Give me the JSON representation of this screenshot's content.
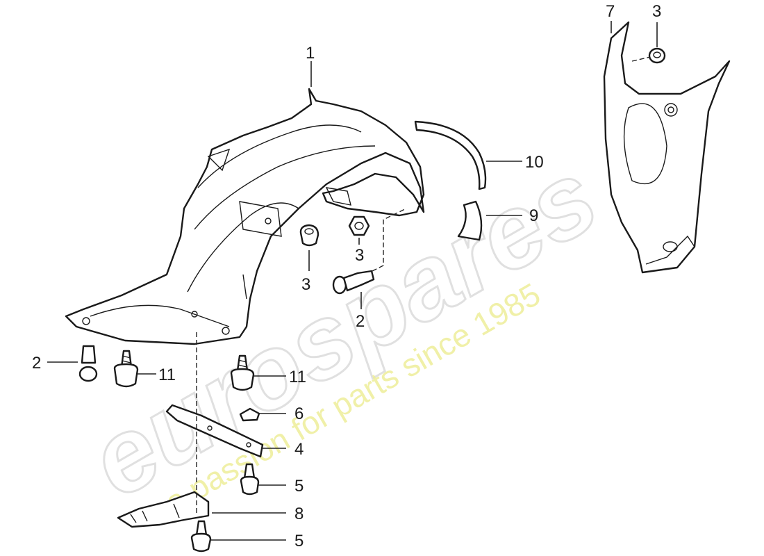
{
  "watermark": {
    "logo_text": "eurospares",
    "tagline": "a passion for parts since 1985"
  },
  "callouts": {
    "c1": "1",
    "c2_nut": "2",
    "c2_left": "2",
    "c3_left": "3",
    "c3_mid": "3",
    "c3_right": "3",
    "c4": "4",
    "c5_upper": "5",
    "c5_lower": "5",
    "c6": "6",
    "c7": "7",
    "c8": "8",
    "c9": "9",
    "c10": "10",
    "c11_left": "11",
    "c11_right": "11"
  },
  "colors": {
    "line": "#1a1a1a",
    "watermark_logo": "#d6d6d6",
    "watermark_tagline": "#eeee9a"
  }
}
